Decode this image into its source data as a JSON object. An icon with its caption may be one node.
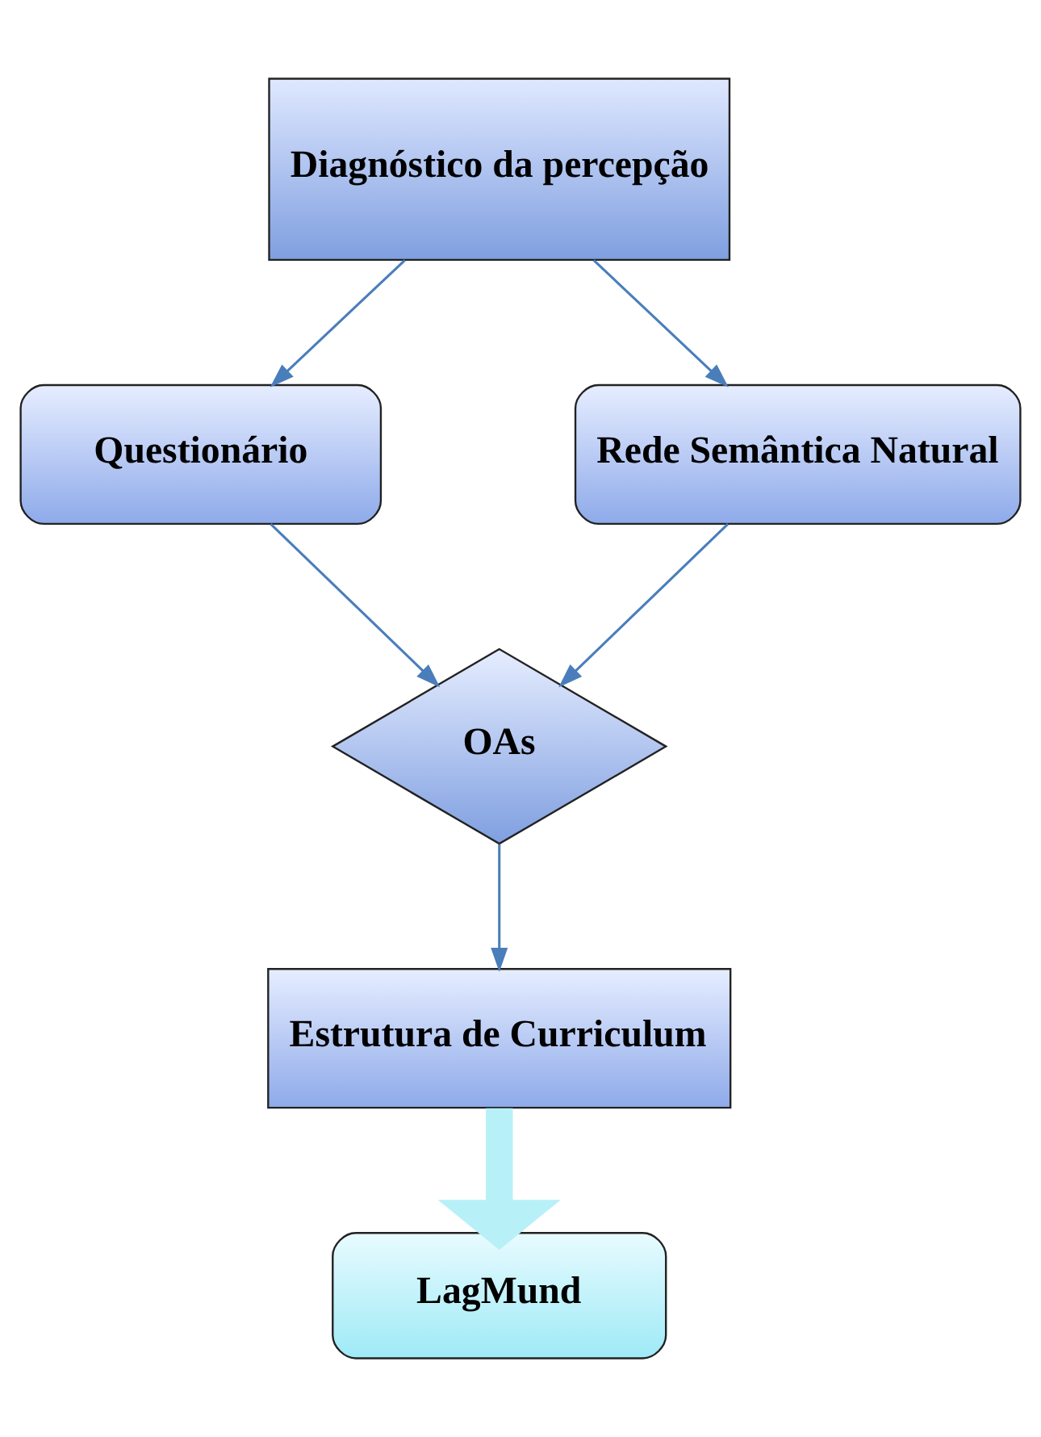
{
  "diagram": {
    "nodes": [
      {
        "text": [
          "Diagnóstico da percepção"
        ]
      },
      {
        "text": [
          "Questionário"
        ]
      },
      {
        "text": [
          "Rede Semântica Natural"
        ]
      },
      {
        "text": [
          "OAs"
        ]
      },
      {
        "text": [
          "Estrutura de Curriculum"
        ]
      },
      {
        "text": [
          "LagMund"
        ]
      }
    ],
    "edges": [
      {
        "from": 0,
        "to": 1,
        "arrow": "to"
      },
      {
        "from": 0,
        "to": 2,
        "arrow": "to"
      },
      {
        "from": 1,
        "to": 3,
        "arrow": "to"
      },
      {
        "from": 2,
        "to": 3,
        "arrow": "to"
      },
      {
        "from": 3,
        "to": 4,
        "arrow": "to"
      },
      {
        "from": 4,
        "to": 5,
        "arrow": "to",
        "style": "thick",
        "color": "#b8f0f8"
      }
    ]
  }
}
